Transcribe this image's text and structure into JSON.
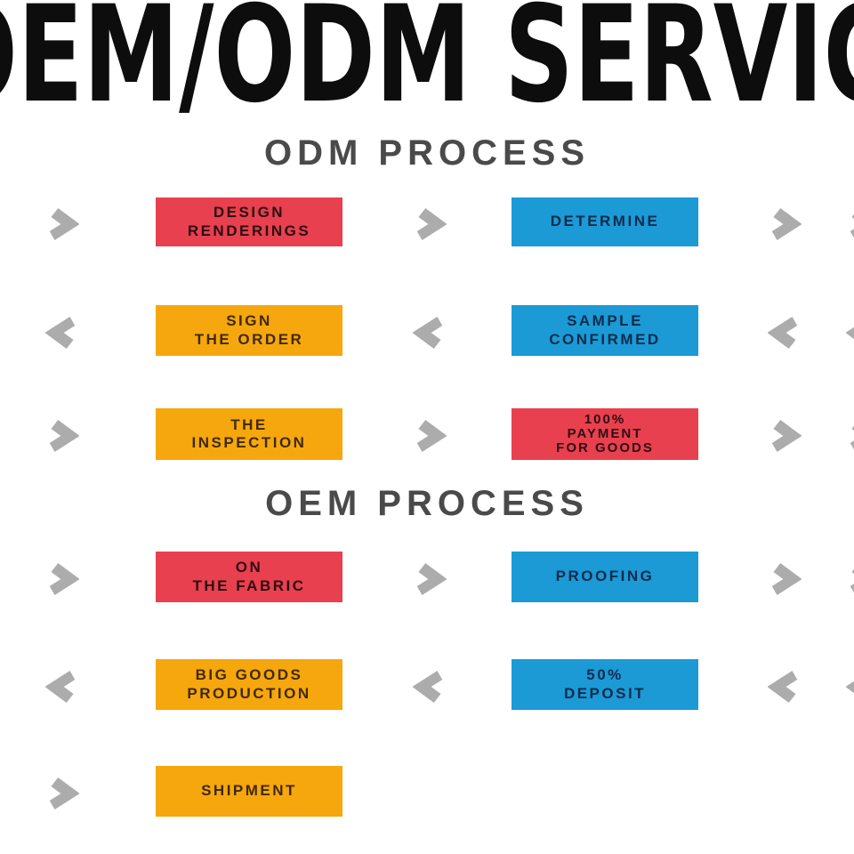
{
  "title": "OEM/ODM SERVICE",
  "sections": {
    "odm": "ODM PROCESS",
    "oem": "OEM PROCESS"
  },
  "palette": {
    "step_red": "#e8404e",
    "step_blue": "#1b9ad6",
    "step_orange": "#f6a70e",
    "arrow_gray": "#acacac",
    "heading_gray": "#4a4a4a",
    "title_black": "#0d0d0d"
  },
  "rows": [
    {
      "direction": "right",
      "boxes": [
        {
          "color": "red",
          "label": "DESIGN\nRENDERINGS"
        },
        {
          "color": "blue",
          "label": "DETERMINE"
        }
      ]
    },
    {
      "direction": "left",
      "boxes": [
        {
          "color": "orange",
          "label": "SIGN\nTHE ORDER"
        },
        {
          "color": "blue",
          "label": "SAMPLE\nCONFIRMED"
        }
      ]
    },
    {
      "direction": "right",
      "boxes": [
        {
          "color": "orange",
          "label": "THE\nINSPECTION"
        },
        {
          "color": "red",
          "label": "100%\nPAYMENT\nFOR GOODS"
        }
      ]
    },
    {
      "direction": "right",
      "boxes": [
        {
          "color": "red",
          "label": "ON\nTHE FABRIC"
        },
        {
          "color": "blue",
          "label": "PROOFING"
        }
      ]
    },
    {
      "direction": "left",
      "boxes": [
        {
          "color": "orange",
          "label": "BIG GOODS\nPRODUCTION"
        },
        {
          "color": "blue",
          "label": "50%\nDEPOSIT"
        }
      ]
    },
    {
      "direction": "right",
      "boxes": [
        {
          "color": "orange",
          "label": "SHIPMENT"
        }
      ]
    }
  ]
}
